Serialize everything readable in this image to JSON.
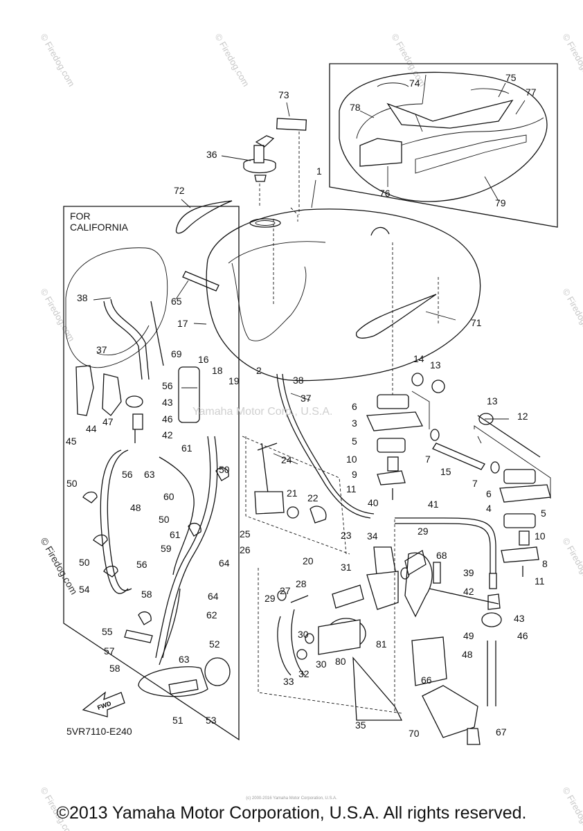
{
  "inset_label": [
    "FOR",
    "CALIFORNIA"
  ],
  "drawing_code": "5VR7110-E240",
  "fwd_label": "FWD",
  "center_watermark": "Yamaha Motor Corp., U.S.A.",
  "firedog_watermark": "© Firedog.com",
  "copyright": "©2013 Yamaha Motor Corporation, U.S.A. All rights reserved.",
  "small_print": "(c) 2000-2016 Yamaha Motor Corporation, U.S.A.",
  "part_labels": {
    "p1": "1",
    "p2": "2",
    "p3": "3",
    "p4": "4",
    "p5a": "5",
    "p5b": "5",
    "p6a": "6",
    "p6b": "6",
    "p7a": "7",
    "p7b": "7",
    "p8": "8",
    "p9": "9",
    "p10a": "10",
    "p10b": "10",
    "p11a": "11",
    "p11b": "11",
    "p12": "12",
    "p13a": "13",
    "p13b": "13",
    "p14": "14",
    "p15": "15",
    "p16": "16",
    "p17": "17",
    "p18": "18",
    "p19": "19",
    "p20": "20",
    "p21": "21",
    "p22": "22",
    "p23": "23",
    "p24": "24",
    "p25": "25",
    "p26": "26",
    "p27": "27",
    "p28": "28",
    "p29a": "29",
    "p29b": "29",
    "p30a": "30",
    "p30b": "30",
    "p31": "31",
    "p32": "32",
    "p33": "33",
    "p34": "34",
    "p35": "35",
    "p36": "36",
    "p37a": "37",
    "p37b": "37",
    "p38a": "38",
    "p38b": "38",
    "p39": "39",
    "p40": "40",
    "p41": "41",
    "p42a": "42",
    "p42b": "42",
    "p43a": "43",
    "p43b": "43",
    "p44": "44",
    "p45": "45",
    "p46a": "46",
    "p46b": "46",
    "p47": "47",
    "p48a": "48",
    "p48b": "48",
    "p49": "49",
    "p50a": "50",
    "p50b": "50",
    "p50c": "50",
    "p50d": "50",
    "p51": "51",
    "p52": "52",
    "p53": "53",
    "p54": "54",
    "p55": "55",
    "p56a": "56",
    "p56b": "56",
    "p56c": "56",
    "p57": "57",
    "p58a": "58",
    "p58b": "58",
    "p59": "59",
    "p60": "60",
    "p61a": "61",
    "p61b": "61",
    "p62": "62",
    "p63a": "63",
    "p63b": "63",
    "p64a": "64",
    "p64b": "64",
    "p65": "65",
    "p66": "66",
    "p67": "67",
    "p68": "68",
    "p69": "69",
    "p70": "70",
    "p71": "71",
    "p72": "72",
    "p73": "73",
    "p74": "74",
    "p75": "75",
    "p76": "76",
    "p77": "77",
    "p78": "78",
    "p79": "79",
    "p80": "80",
    "p81": "81"
  }
}
